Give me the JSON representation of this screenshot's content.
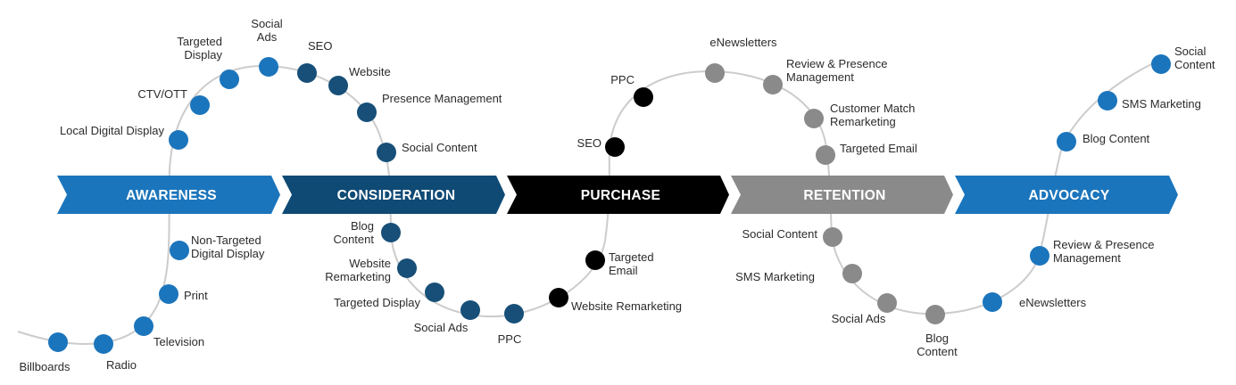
{
  "stages": [
    {
      "id": "awareness",
      "label": "AWARENESS",
      "color": "#1b75bc"
    },
    {
      "id": "consideration",
      "label": "CONSIDERATION",
      "color": "#0f4a75"
    },
    {
      "id": "purchase",
      "label": "PURCHASE",
      "color": "#000000"
    },
    {
      "id": "retention",
      "label": "RETENTION",
      "color": "#8a8a8a"
    },
    {
      "id": "advocacy",
      "label": "ADVOCACY",
      "color": "#1b75bc"
    }
  ],
  "colors": {
    "path": "#cccccc",
    "awareness_dot": "#1b75bc",
    "consideration_dot": "#174f78",
    "purchase_dot": "#000000",
    "retention_dot": "#8a8a8a",
    "advocacy_dot": "#1b75bc"
  },
  "nodes": [
    {
      "stage": "awareness",
      "lines": [
        "Billboards"
      ]
    },
    {
      "stage": "awareness",
      "lines": [
        "Radio"
      ]
    },
    {
      "stage": "awareness",
      "lines": [
        "Television"
      ]
    },
    {
      "stage": "awareness",
      "lines": [
        "Print"
      ]
    },
    {
      "stage": "awareness",
      "lines": [
        "Non-Targeted",
        "Digital Display"
      ]
    },
    {
      "stage": "awareness",
      "lines": [
        "Local Digital Display"
      ]
    },
    {
      "stage": "awareness",
      "lines": [
        "CTV/OTT"
      ]
    },
    {
      "stage": "awareness",
      "lines": [
        "Targeted",
        "Display"
      ]
    },
    {
      "stage": "awareness",
      "lines": [
        "Social",
        "Ads"
      ]
    },
    {
      "stage": "consideration",
      "lines": [
        "SEO"
      ]
    },
    {
      "stage": "consideration",
      "lines": [
        "Website"
      ]
    },
    {
      "stage": "consideration",
      "lines": [
        "Presence Management"
      ]
    },
    {
      "stage": "consideration",
      "lines": [
        "Social Content"
      ]
    },
    {
      "stage": "consideration",
      "lines": [
        "Blog",
        "Content"
      ]
    },
    {
      "stage": "consideration",
      "lines": [
        "Website",
        "Remarketing"
      ]
    },
    {
      "stage": "consideration",
      "lines": [
        "Targeted Display"
      ]
    },
    {
      "stage": "consideration",
      "lines": [
        "Social Ads"
      ]
    },
    {
      "stage": "consideration",
      "lines": [
        "PPC"
      ]
    },
    {
      "stage": "purchase",
      "lines": [
        "Website Remarketing"
      ]
    },
    {
      "stage": "purchase",
      "lines": [
        "Targeted",
        "Email"
      ]
    },
    {
      "stage": "purchase",
      "lines": [
        "SEO"
      ]
    },
    {
      "stage": "purchase",
      "lines": [
        "PPC"
      ]
    },
    {
      "stage": "retention",
      "lines": [
        "eNewsletters"
      ]
    },
    {
      "stage": "retention",
      "lines": [
        "Review & Presence",
        "Management"
      ]
    },
    {
      "stage": "retention",
      "lines": [
        "Customer Match",
        "Remarketing"
      ]
    },
    {
      "stage": "retention",
      "lines": [
        "Targeted Email"
      ]
    },
    {
      "stage": "retention",
      "lines": [
        "Social Content"
      ]
    },
    {
      "stage": "retention",
      "lines": [
        "SMS Marketing"
      ]
    },
    {
      "stage": "retention",
      "lines": [
        "Social Ads"
      ]
    },
    {
      "stage": "retention",
      "lines": [
        "Blog",
        "Content"
      ]
    },
    {
      "stage": "advocacy",
      "lines": [
        "eNewsletters"
      ]
    },
    {
      "stage": "advocacy",
      "lines": [
        "Review & Presence",
        "Management"
      ]
    },
    {
      "stage": "advocacy",
      "lines": [
        "Blog Content"
      ]
    },
    {
      "stage": "advocacy",
      "lines": [
        "SMS Marketing"
      ]
    },
    {
      "stage": "advocacy",
      "lines": [
        "Social",
        "Content"
      ]
    }
  ]
}
